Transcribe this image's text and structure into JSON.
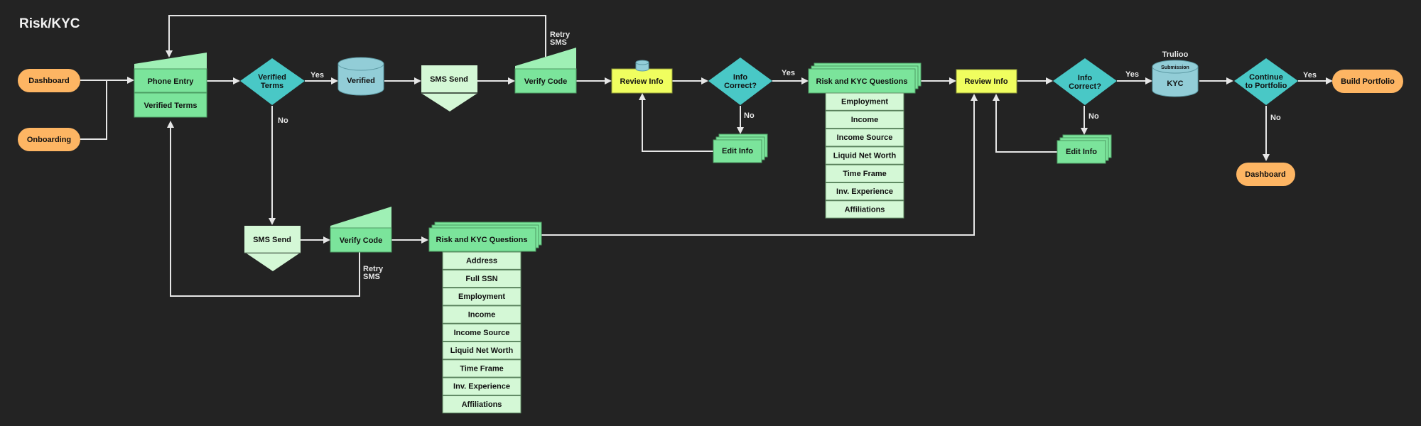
{
  "title": "Risk/KYC",
  "colors": {
    "background": "#232323",
    "terminal": "#fdb563",
    "process": "#7be49b",
    "process_light": "#9ff0b5",
    "sub_item": "#d4f8d6",
    "decision": "#49c8c6",
    "database": "#92cdd7",
    "review": "#f0fe5f",
    "line": "#e6e6e6"
  },
  "nodes": {
    "dashboard_start": "Dashboard",
    "onboarding": "Onboarding",
    "phone_entry": "Phone Entry",
    "verified_terms_box": "Verified Terms",
    "verified_terms_decision": [
      "Verified",
      "Terms"
    ],
    "verified_db": "Verified",
    "sms_send_top": "SMS Send",
    "verify_code_top": "Verify Code",
    "review_info_1": "Review Info",
    "info_correct_1": [
      "Info",
      "Correct?"
    ],
    "edit_info_1": "Edit Info",
    "risk_kyc_top": "Risk and KYC Questions",
    "review_info_2": "Review Info",
    "info_correct_2": [
      "Info",
      "Correct?"
    ],
    "edit_info_2": "Edit Info",
    "kyc_db_title": "Trulioo",
    "kyc_db_top": "Submission",
    "kyc_db": "KYC",
    "continue_decision": [
      "Continue",
      "to Portfolio"
    ],
    "build_portfolio": "Build Portfolio",
    "dashboard_end": "Dashboard",
    "sms_send_bottom": "SMS Send",
    "verify_code_bottom": "Verify Code",
    "risk_kyc_bottom": "Risk and KYC Questions"
  },
  "edge_labels": {
    "yes": "Yes",
    "no": "No",
    "retry_sms": [
      "Retry",
      "SMS"
    ]
  },
  "risk_kyc_top_items": [
    "Employment",
    "Income",
    "Income Source",
    "Liquid Net Worth",
    "Time Frame",
    "Inv. Experience",
    "Affiliations"
  ],
  "risk_kyc_bottom_items": [
    "Address",
    "Full SSN",
    "Employment",
    "Income",
    "Income Source",
    "Liquid Net Worth",
    "Time Frame",
    "Inv. Experience",
    "Affiliations"
  ]
}
